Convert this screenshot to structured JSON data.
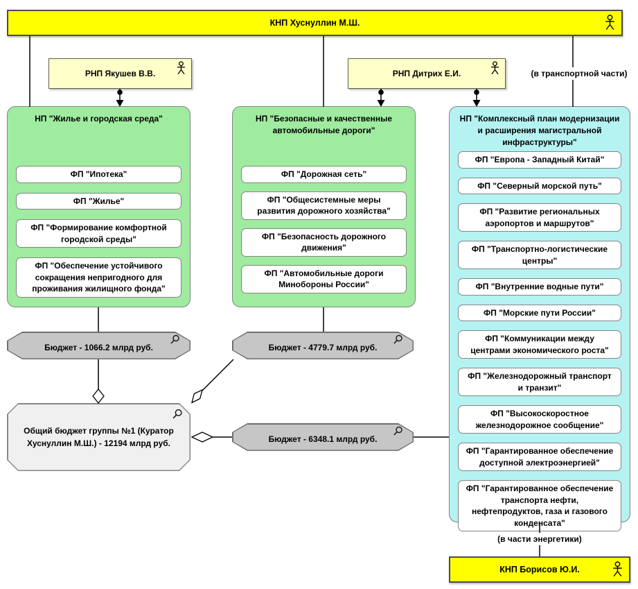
{
  "palette": {
    "bar_yellow": "#ffff00",
    "actor_yellow": "#ffffc9",
    "program_green": "#9feb9f",
    "program_cyan": "#b5f2f2",
    "budget_gray": "#c6c6c6",
    "total_gray": "#f0f0f0",
    "line_black": "#000000"
  },
  "icons": {
    "actor": "actor-icon",
    "magnifier": "magnifier-icon"
  },
  "top_bar": {
    "label": "КНП Хуснуллин М.Ш."
  },
  "actor_boxes": [
    {
      "label": "РНП Якушев В.В."
    },
    {
      "label": "РНП Дитрих Е.И."
    }
  ],
  "annotations": {
    "transport": "(в транспортной части)",
    "energy": "(в части энергетики)"
  },
  "programs": [
    {
      "title": "НП \"Жилье и городская среда\"",
      "items": [
        "ФП \"Ипотека\"",
        "ФП \"Жилье\"",
        "ФП \"Формирование комфортной городской среды\"",
        "ФП \"Обеспечение устойчивого сокращения непригодного для проживания жилищного фонда\""
      ]
    },
    {
      "title": "НП \"Безопасные и качественные автомобильные дороги\"",
      "items": [
        "ФП \"Дорожная сеть\"",
        "ФП \"Общесистемные меры развития дорожного хозяйства\"",
        "ФП \"Безопасность дорожного движения\"",
        "ФП \"Автомобильные дороги Минобороны России\""
      ]
    },
    {
      "title": "НП \"Комплексный план модернизации и расширения магистральной инфраструктуры\"",
      "items": [
        "ФП \"Европа - Западный Китай\"",
        "ФП \"Северный морской путь\"",
        "ФП \"Развитие региональных аэропортов и маршрутов\"",
        "ФП \"Транспортно-логистические центры\"",
        "ФП \"Внутренние водные пути\"",
        "ФП \"Морские пути России\"",
        "ФП \"Коммуникации между центрами экономического роста\"",
        "ФП \"Железнодорожный транспорт и транзит\"",
        "ФП \"Высокоскоростное железнодорожное сообщение\"",
        "ФП \"Гарантированное обеспечение доступной электроэнергией\"",
        "ФП \"Гарантированное обеспечение транспорта нефти, нефтепродуктов, газа и газового конденсата\""
      ]
    }
  ],
  "budgets": [
    {
      "label": "Бюджет - 1066.2 млрд руб."
    },
    {
      "label": "Бюджет - 4779.7 млрд руб."
    },
    {
      "label": "Бюджет - 6348.1 млрд руб."
    }
  ],
  "total_budget": {
    "label": "Общий бюджет группы №1 (Куратор Хуснуллин М.Ш.) - 12194 млрд руб."
  },
  "bottom_bar": {
    "label": "КНП Борисов Ю.И."
  }
}
